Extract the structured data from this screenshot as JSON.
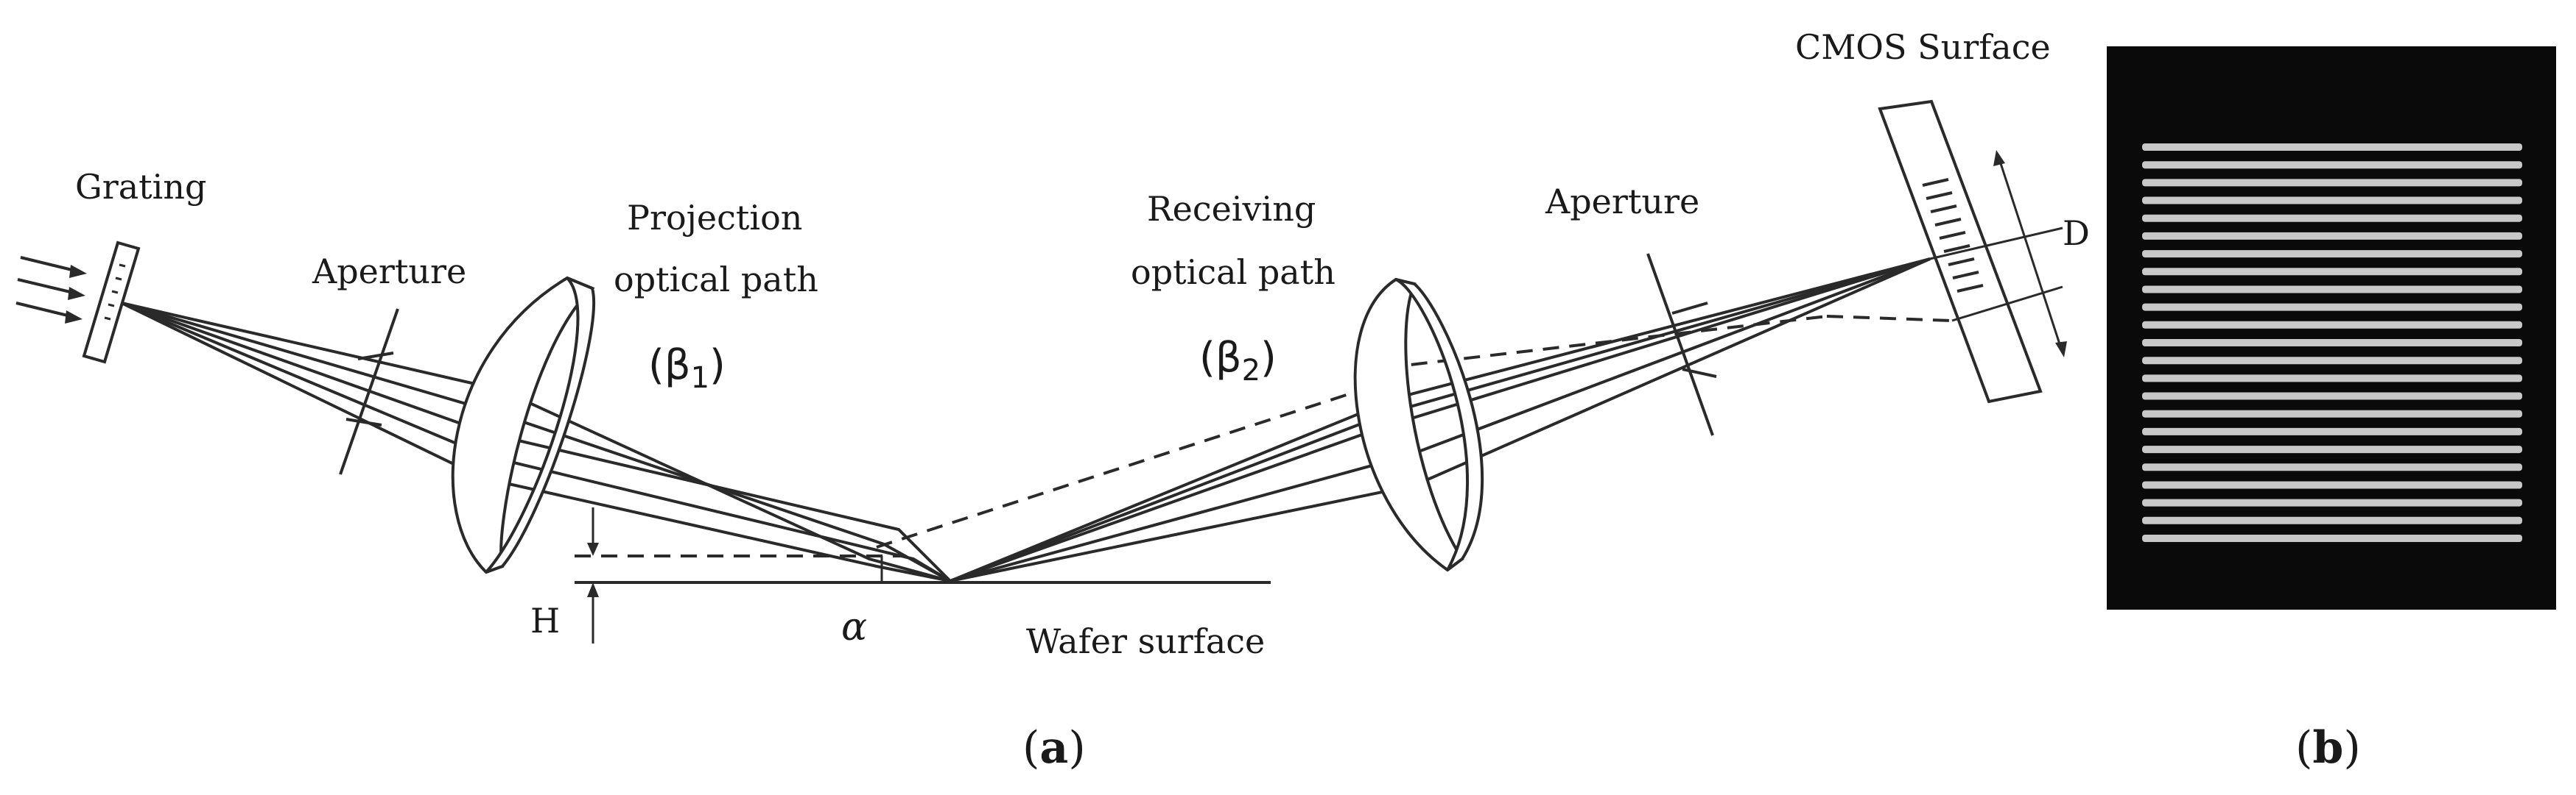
{
  "labels": {
    "grating": "Grating",
    "aperture_left": "Aperture",
    "projection_line1": "Projection",
    "projection_line2": "optical path",
    "beta1_open": "(β",
    "beta1_sub": "1",
    "beta1_close": ")",
    "receiving_line1": "Receiving",
    "receiving_line2": "optical path",
    "beta2_open": "(β",
    "beta2_sub": "2",
    "beta2_close": ")",
    "aperture_right": "Aperture",
    "cmos": "CMOS Surface",
    "d_label": "D",
    "h_label": "H",
    "alpha": "α",
    "wafer": "Wafer surface",
    "panel_a_open": "(",
    "panel_a_letter": "a",
    "panel_a_close": ")",
    "panel_b_open": "(",
    "panel_b_letter": "b",
    "panel_b_close": ")"
  },
  "fringe_image": {
    "stripe_count": 23,
    "background_color": "#0a0a0a",
    "stripe_color": "#c8c8c8"
  },
  "colors": {
    "line": "#2a2a2a",
    "text": "#1a1a1a"
  }
}
